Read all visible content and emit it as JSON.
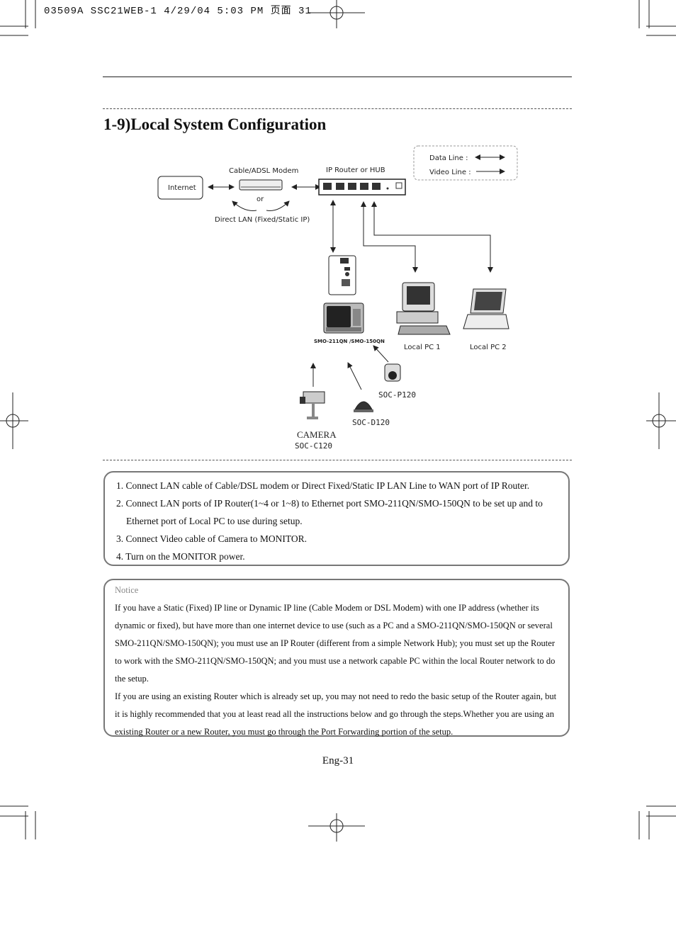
{
  "print_header": "03509A SSC21WEB-1  4/29/04  5:03 PM  页面 31",
  "title": "1-9)Local System Configuration",
  "diagram": {
    "legend": {
      "data_line": "Data Line :",
      "video_line": "Video Line :"
    },
    "internet": "Internet",
    "modem": "Cable/ADSL Modem",
    "or": "or",
    "direct_lan": "Direct LAN (Fixed/Static IP)",
    "router": "IP Router or HUB",
    "monitor_model": "SMO-211QN /SMO-150QN",
    "local_pc1": "Local PC 1",
    "local_pc2": "Local PC 2",
    "soc_p120": "SOC-P120",
    "soc_d120": "SOC-D120",
    "camera": "CAMERA",
    "soc_c120": "SOC-C120"
  },
  "steps": [
    "1. Connect LAN cable of Cable/DSL modem or Direct Fixed/Static IP LAN Line to WAN port of IP Router.",
    "2. Connect LAN ports of IP Router(1~4 or 1~8) to Ethernet port SMO-211QN/SMO-150QN to be set up and to",
    "Ethernet port of Local PC to use during setup.",
    "3. Connect Video cable of Camera to MONITOR.",
    "4. Turn on the MONITOR power."
  ],
  "notice": {
    "label": "Notice",
    "para1": "If you have a Static (Fixed) IP line or Dynamic IP line (Cable Modem or DSL Modem) with one IP address (whether its dynamic or fixed), but have more than one internet device to use (such as a PC and a SMO-211QN/SMO-150QN or several SMO-211QN/SMO-150QN); you must use an IP Router (different from a simple Network Hub); you must set up the Router to work with the SMO-211QN/SMO-150QN; and you must use a network capable PC within the local Router network to do the setup.",
    "para2": "If you are using an existing Router which is already set up, you may not need to redo the basic setup of the Router again, but it is highly recommended that you at least read all the instructions below and go through the steps.Whether you are using an existing Router or a new Router, you must go through the Port Forwarding portion of the setup."
  },
  "page_number": "Eng-31"
}
